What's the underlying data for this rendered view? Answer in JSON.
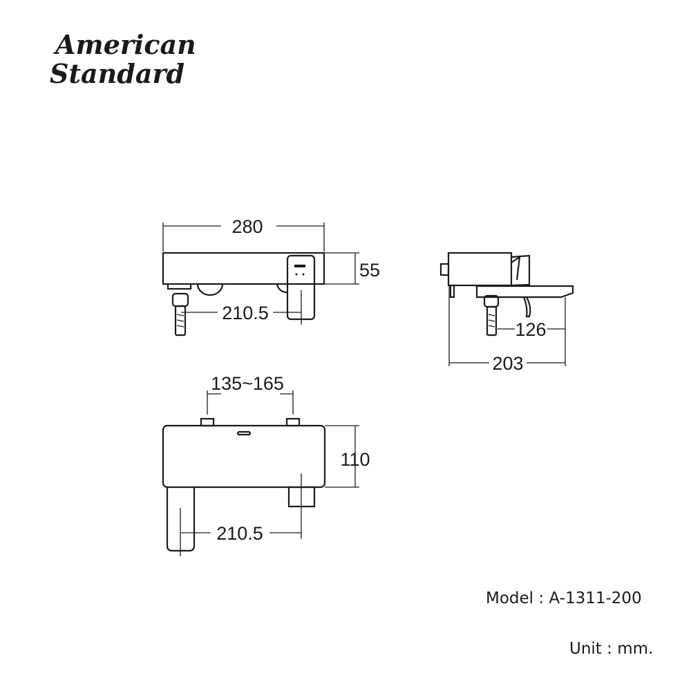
{
  "brand": {
    "line1": "American",
    "line2": "Standard"
  },
  "front_view": {
    "width": "280",
    "height": "55",
    "center_distance": "210.5"
  },
  "side_view": {
    "spout_reach": "126",
    "depth": "203"
  },
  "top_view": {
    "inlet_spacing": "135~165",
    "depth": "110",
    "center_distance": "210.5"
  },
  "model": "Model : A-1311-200",
  "unit": "Unit : mm."
}
